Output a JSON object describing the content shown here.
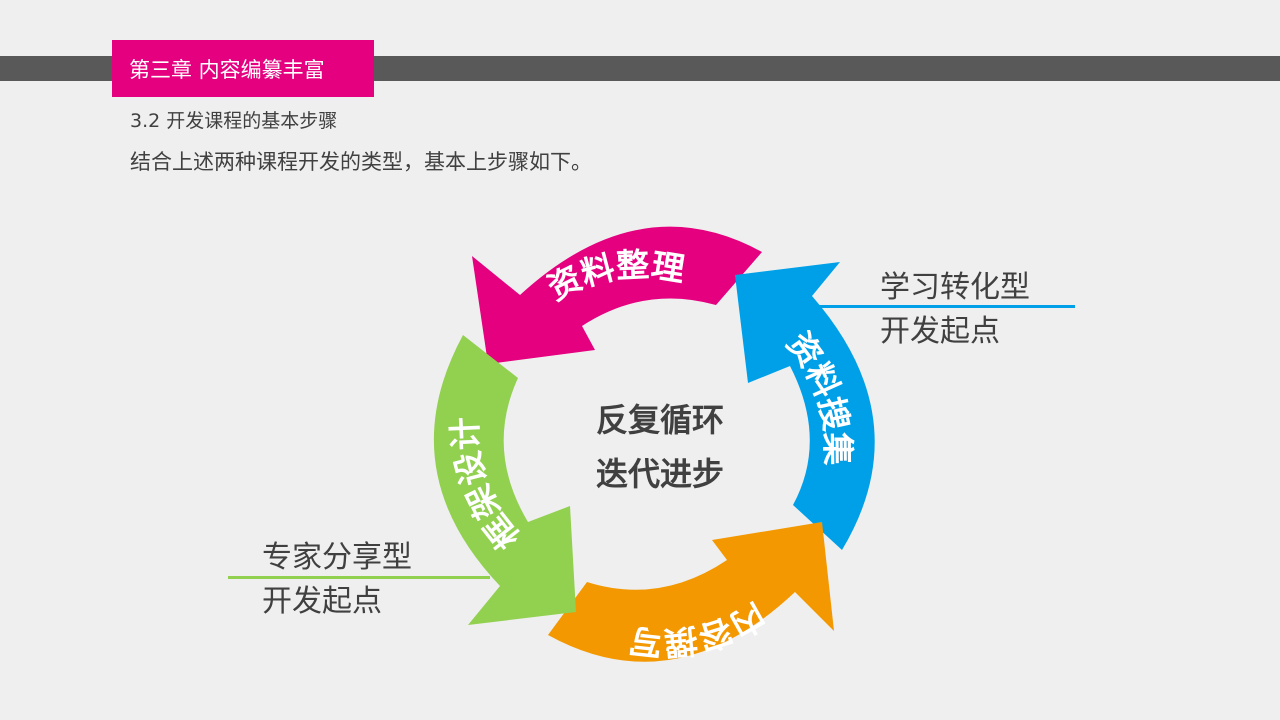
{
  "header": {
    "chapter_title": "第三章 内容编纂丰富",
    "section_title": "3.2 开发课程的基本步骤",
    "intro_text": "结合上述两种课程开发的类型，基本上步骤如下。"
  },
  "diagram": {
    "center_line1": "反复循环",
    "center_line2": "迭代进步",
    "steps": [
      {
        "label": "资料整理",
        "color": "#e4007f"
      },
      {
        "label": "资料搜集",
        "color": "#00a0e9"
      },
      {
        "label": "内容撰写",
        "color": "#f39800"
      },
      {
        "label": "框架设计",
        "color": "#8fc31f"
      }
    ]
  },
  "notes": {
    "learning_transfer": {
      "line1": "学习转化型",
      "line2": "开发起点",
      "color": "#00a0e9"
    },
    "expert_sharing": {
      "line1": "专家分享型",
      "line2": "开发起点",
      "color": "#8fc31f"
    }
  }
}
